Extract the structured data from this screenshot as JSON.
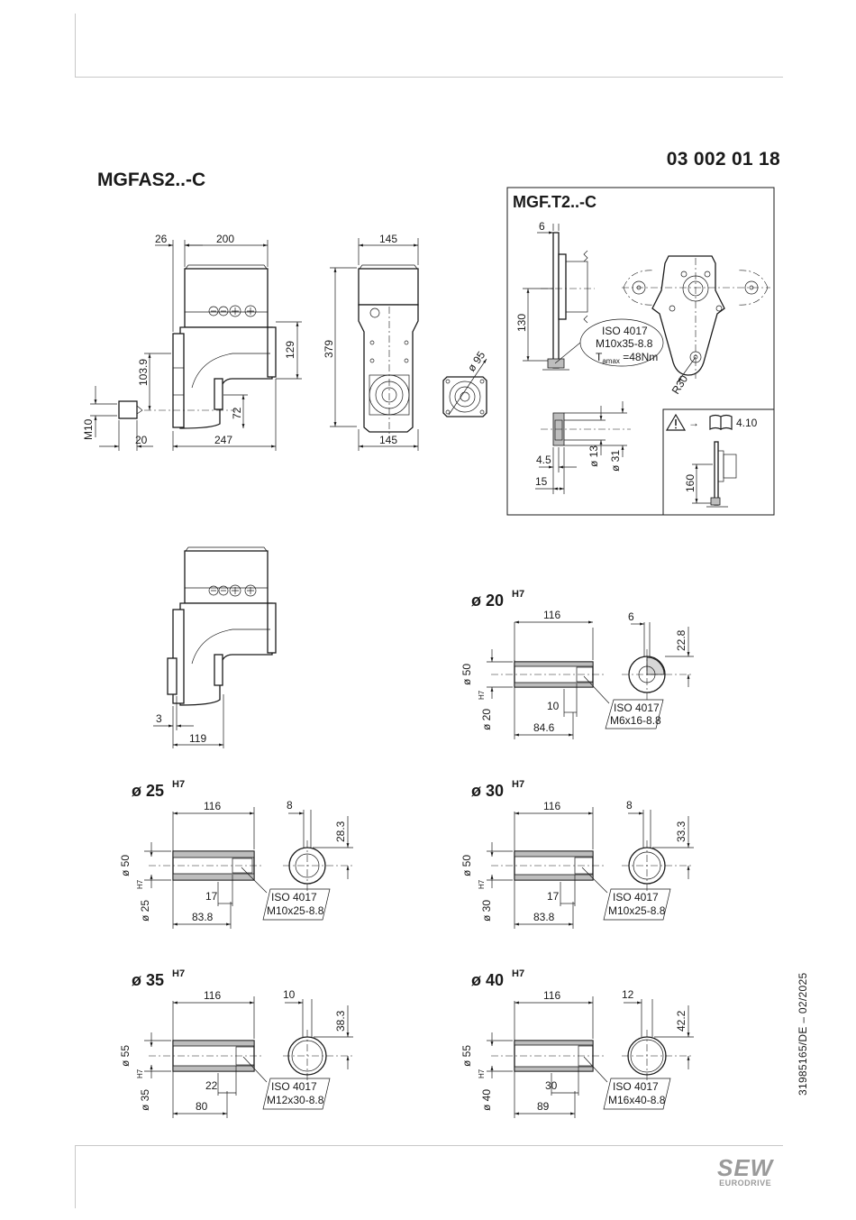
{
  "header": {
    "doc_number": "03 002 01 18",
    "model_title": "MGFAS2..-C"
  },
  "side_code": "31985165/DE – 02/2025",
  "logo": {
    "line1": "SEW",
    "line2": "EURODRIVE"
  },
  "main_view": {
    "dims": {
      "top_26": "26",
      "top_200": "200",
      "d129": "129",
      "d103_9": "103.9",
      "d72": "72",
      "d247": "247",
      "d20": "20",
      "m10": "M10"
    }
  },
  "front_view": {
    "dims": {
      "top_145": "145",
      "bottom_145": "145",
      "d379": "379"
    }
  },
  "flange_view": {
    "dia_95": "ø 95"
  },
  "torque_arm": {
    "title": "MGF.T2..-C",
    "dims": {
      "d6": "6",
      "d130": "130",
      "d4_5": "4.5",
      "d15": "15",
      "dia13": "ø 13",
      "dia31": "ø 31",
      "r30": "R30"
    },
    "bolt_spec": {
      "line1": "ISO 4017",
      "line2": "M10x35-8.8",
      "line3_prefix": "T",
      "line3_sub": "amax",
      "line3_suffix": " =48Nm"
    },
    "note": {
      "arrow": "→",
      "ref": "4.10",
      "dim160": "160"
    }
  },
  "second_view": {
    "dims": {
      "d3": "3",
      "d119": "119"
    }
  },
  "shafts": [
    {
      "id": "s20",
      "dia": "ø 20",
      "tol": "H7",
      "len": "116",
      "key": "6",
      "key_height": "22.8",
      "outer": "ø 50",
      "bore": "ø 20",
      "bore_tol": "H7",
      "depth": "10",
      "length2": "84.6",
      "bolt1": "ISO 4017",
      "bolt2": "M6x16-8.8"
    },
    {
      "id": "s25",
      "dia": "ø 25",
      "tol": "H7",
      "len": "116",
      "key": "8",
      "key_height": "28.3",
      "outer": "ø 50",
      "bore": "ø 25",
      "bore_tol": "H7",
      "depth": "17",
      "length2": "83.8",
      "bolt1": "ISO 4017",
      "bolt2": "M10x25-8.8"
    },
    {
      "id": "s30",
      "dia": "ø 30",
      "tol": "H7",
      "len": "116",
      "key": "8",
      "key_height": "33.3",
      "outer": "ø 50",
      "bore": "ø 30",
      "bore_tol": "H7",
      "depth": "17",
      "length2": "83.8",
      "bolt1": "ISO 4017",
      "bolt2": "M10x25-8.8"
    },
    {
      "id": "s35",
      "dia": "ø 35",
      "tol": "H7",
      "len": "116",
      "key": "10",
      "key_height": "38.3",
      "outer": "ø 55",
      "bore": "ø 35",
      "bore_tol": "H7",
      "depth": "22",
      "length2": "80",
      "bolt1": "ISO 4017",
      "bolt2": "M12x30-8.8"
    },
    {
      "id": "s40",
      "dia": "ø 40",
      "tol": "H7",
      "len": "116",
      "key": "12",
      "key_height": "42.2",
      "outer": "ø 55",
      "bore": "ø 40",
      "bore_tol": "H7",
      "depth": "30",
      "length2": "89",
      "bolt1": "ISO 4017",
      "bolt2": "M16x40-8.8"
    }
  ]
}
